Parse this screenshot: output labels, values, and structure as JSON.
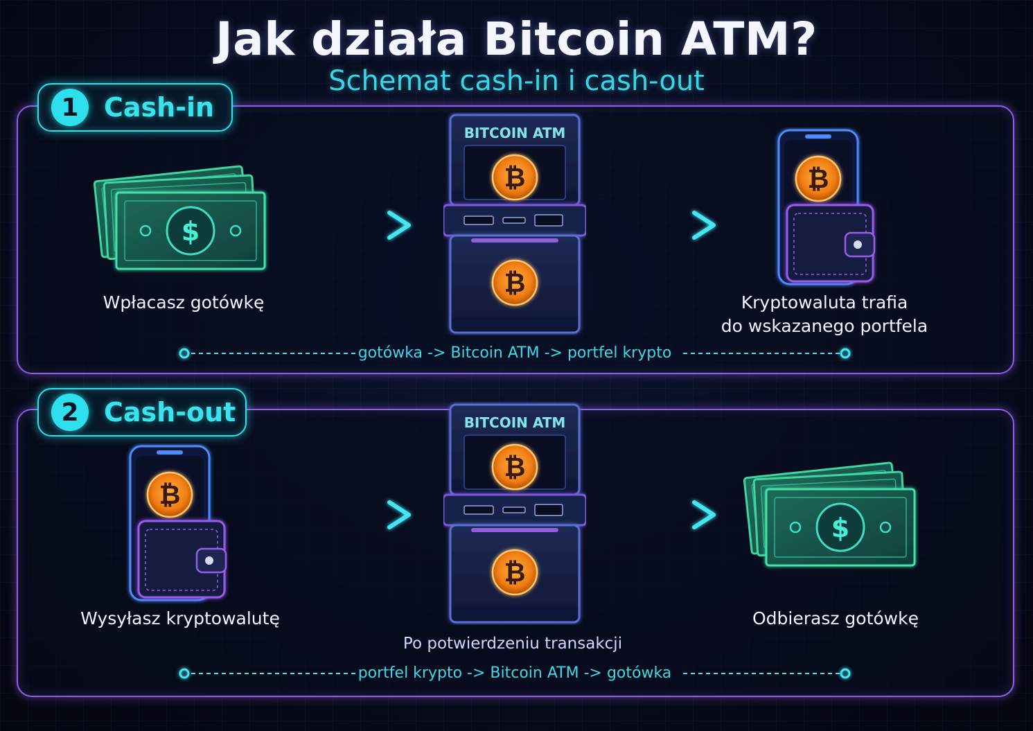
{
  "header": {
    "title": "Jak działa Bitcoin ATM?",
    "subtitle": "Schemat cash-in i cash-out"
  },
  "colors": {
    "accent_cyan": "#2ee0ee",
    "panel_border": "#8f5ee8",
    "bitcoin_orange": "#ff9a2a",
    "cash_green": "#3ed7a0"
  },
  "cash_in": {
    "number": "1",
    "label": "Cash-in",
    "atm_label": "BITCOIN ATM",
    "step1_icon": "cash-stack-icon",
    "step1_caption": "Wpłacasz gotówkę",
    "step2_icon": "bitcoin-atm-icon",
    "step3_icon": "phone-wallet-icon",
    "step3_caption_line1": "Kryptowaluta trafia",
    "step3_caption_line2": "do wskazanego portfela",
    "flow": "gotówka -> Bitcoin ATM -> portfel krypto"
  },
  "cash_out": {
    "number": "2",
    "label": "Cash-out",
    "atm_label": "BITCOIN ATM",
    "step1_icon": "phone-wallet-icon",
    "step1_caption": "Wysyłasz kryptowalutę",
    "step2_icon": "bitcoin-atm-icon",
    "step2_caption": "Po potwierdzeniu transakcji",
    "step3_icon": "cash-stack-icon",
    "step3_caption": "Odbierasz gotówkę",
    "flow": "portfel krypto -> Bitcoin ATM -> gotówka"
  }
}
